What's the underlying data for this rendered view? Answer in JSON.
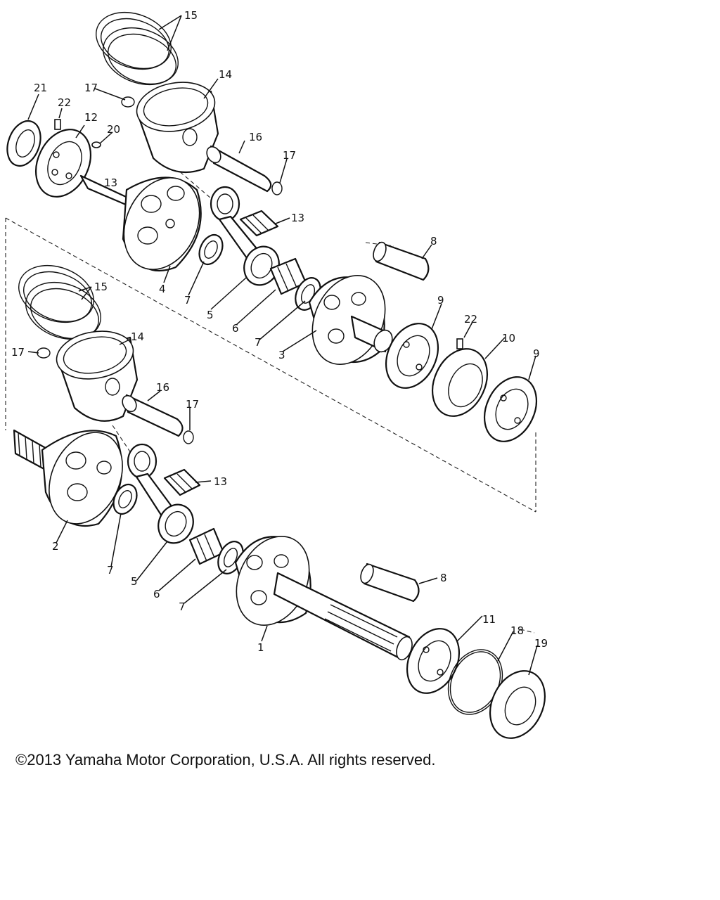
{
  "copyright": "©2013 Yamaha Motor Corporation, U.S.A. All rights reserved.",
  "callouts": {
    "c1": "1",
    "c2": "2",
    "c3": "3",
    "c4": "4",
    "c5a": "5",
    "c5b": "5",
    "c6a": "6",
    "c6b": "6",
    "c7a": "7",
    "c7b": "7",
    "c7c": "7",
    "c7d": "7",
    "c8a": "8",
    "c8b": "8",
    "c9a": "9",
    "c9b": "9",
    "c10": "10",
    "c11": "11",
    "c12": "12",
    "c13a": "13",
    "c13b": "13",
    "c13c": "13",
    "c14a": "14",
    "c14b": "14",
    "c15a": "15",
    "c15b": "15",
    "c16a": "16",
    "c16b": "16",
    "c17a": "17",
    "c17b": "17",
    "c17c": "17",
    "c17d": "17",
    "c18": "18",
    "c19": "19",
    "c20": "20",
    "c21": "21",
    "c22a": "22",
    "c22b": "22"
  }
}
